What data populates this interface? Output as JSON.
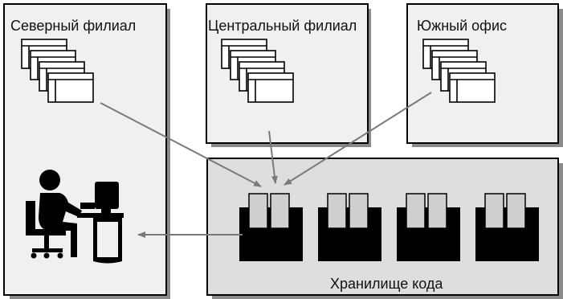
{
  "offices": [
    {
      "id": "north",
      "label": "Северный филиал"
    },
    {
      "id": "central",
      "label": "Центральный филиал"
    },
    {
      "id": "south",
      "label": "Южный офис"
    }
  ],
  "repository": {
    "label": "Хранилище кода",
    "module_count": 4
  },
  "icons": {
    "document_stack": "document-stack-icon",
    "developer": "developer-at-computer-icon",
    "code_module": "code-module-icon"
  },
  "colors": {
    "box_fill": "#f0f0f0",
    "repo_fill": "#dedede",
    "border": "#000000",
    "shadow": "#8a8a8a",
    "arrow": "#7a7a7a",
    "module_fill": "#000000",
    "module_tab": "#cfcfcf"
  }
}
